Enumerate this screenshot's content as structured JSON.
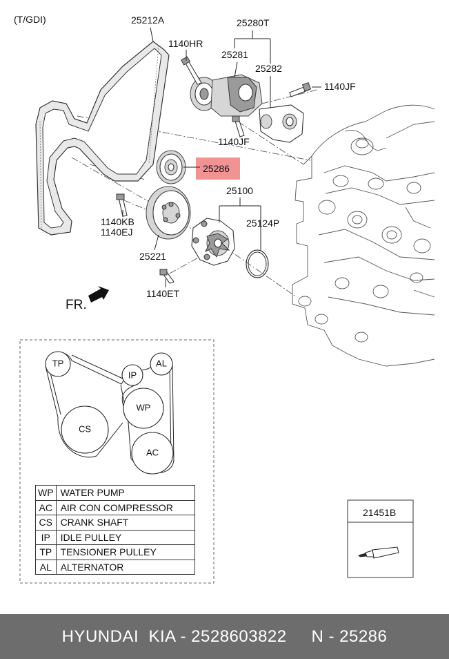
{
  "diagram": {
    "variant_label": "(T/GDI)",
    "fr_label": "FR.",
    "part_labels": {
      "belt": "25212A",
      "bolt_1140hr": "1140HR",
      "tensioner_assy": "25280T",
      "tensioner": "25281",
      "tensioner_bracket": "25282",
      "bolt_1140jf_right": "1140JF",
      "bolt_1140jf_lower": "1140JF",
      "idler_pulley": "25286",
      "water_pump_assy": "25100",
      "bolt_1140kb": "1140KB",
      "bolt_1140ej": "1140EJ",
      "gasket": "25124P",
      "pump_pulley": "25221",
      "bolt_1140et": "1140ET"
    },
    "highlight_color": "#f08080"
  },
  "belt_routing": {
    "circles": [
      "TP",
      "IP",
      "AL",
      "WP",
      "CS",
      "AC"
    ]
  },
  "legend": [
    {
      "abbr": "WP",
      "desc": "WATER PUMP"
    },
    {
      "abbr": "AC",
      "desc": "AIR CON COMPRESSOR"
    },
    {
      "abbr": "CS",
      "desc": "CRANK SHAFT"
    },
    {
      "abbr": "IP",
      "desc": "IDLE PULLEY"
    },
    {
      "abbr": "TP",
      "desc": "TENSIONER PULLEY"
    },
    {
      "abbr": "AL",
      "desc": "ALTERNATOR"
    }
  ],
  "sealant": {
    "part_no": "21451B"
  },
  "footer": {
    "brand": "HYUNDAI  KIA - 2528603822",
    "part_ref": "N - 25286"
  }
}
